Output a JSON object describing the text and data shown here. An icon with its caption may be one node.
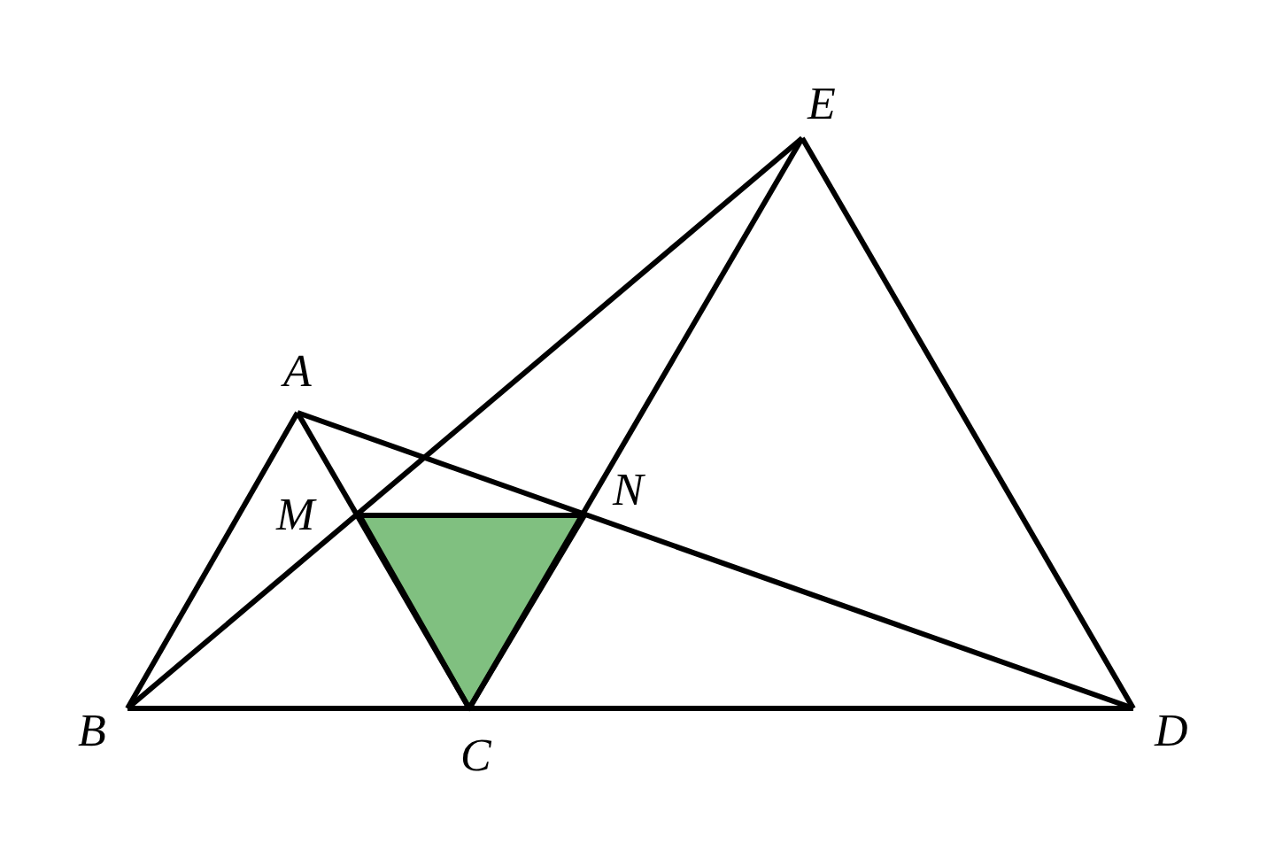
{
  "diagram": {
    "labels": [
      "E",
      "A",
      "M",
      "N",
      "B",
      "C",
      "D"
    ]
  }
}
